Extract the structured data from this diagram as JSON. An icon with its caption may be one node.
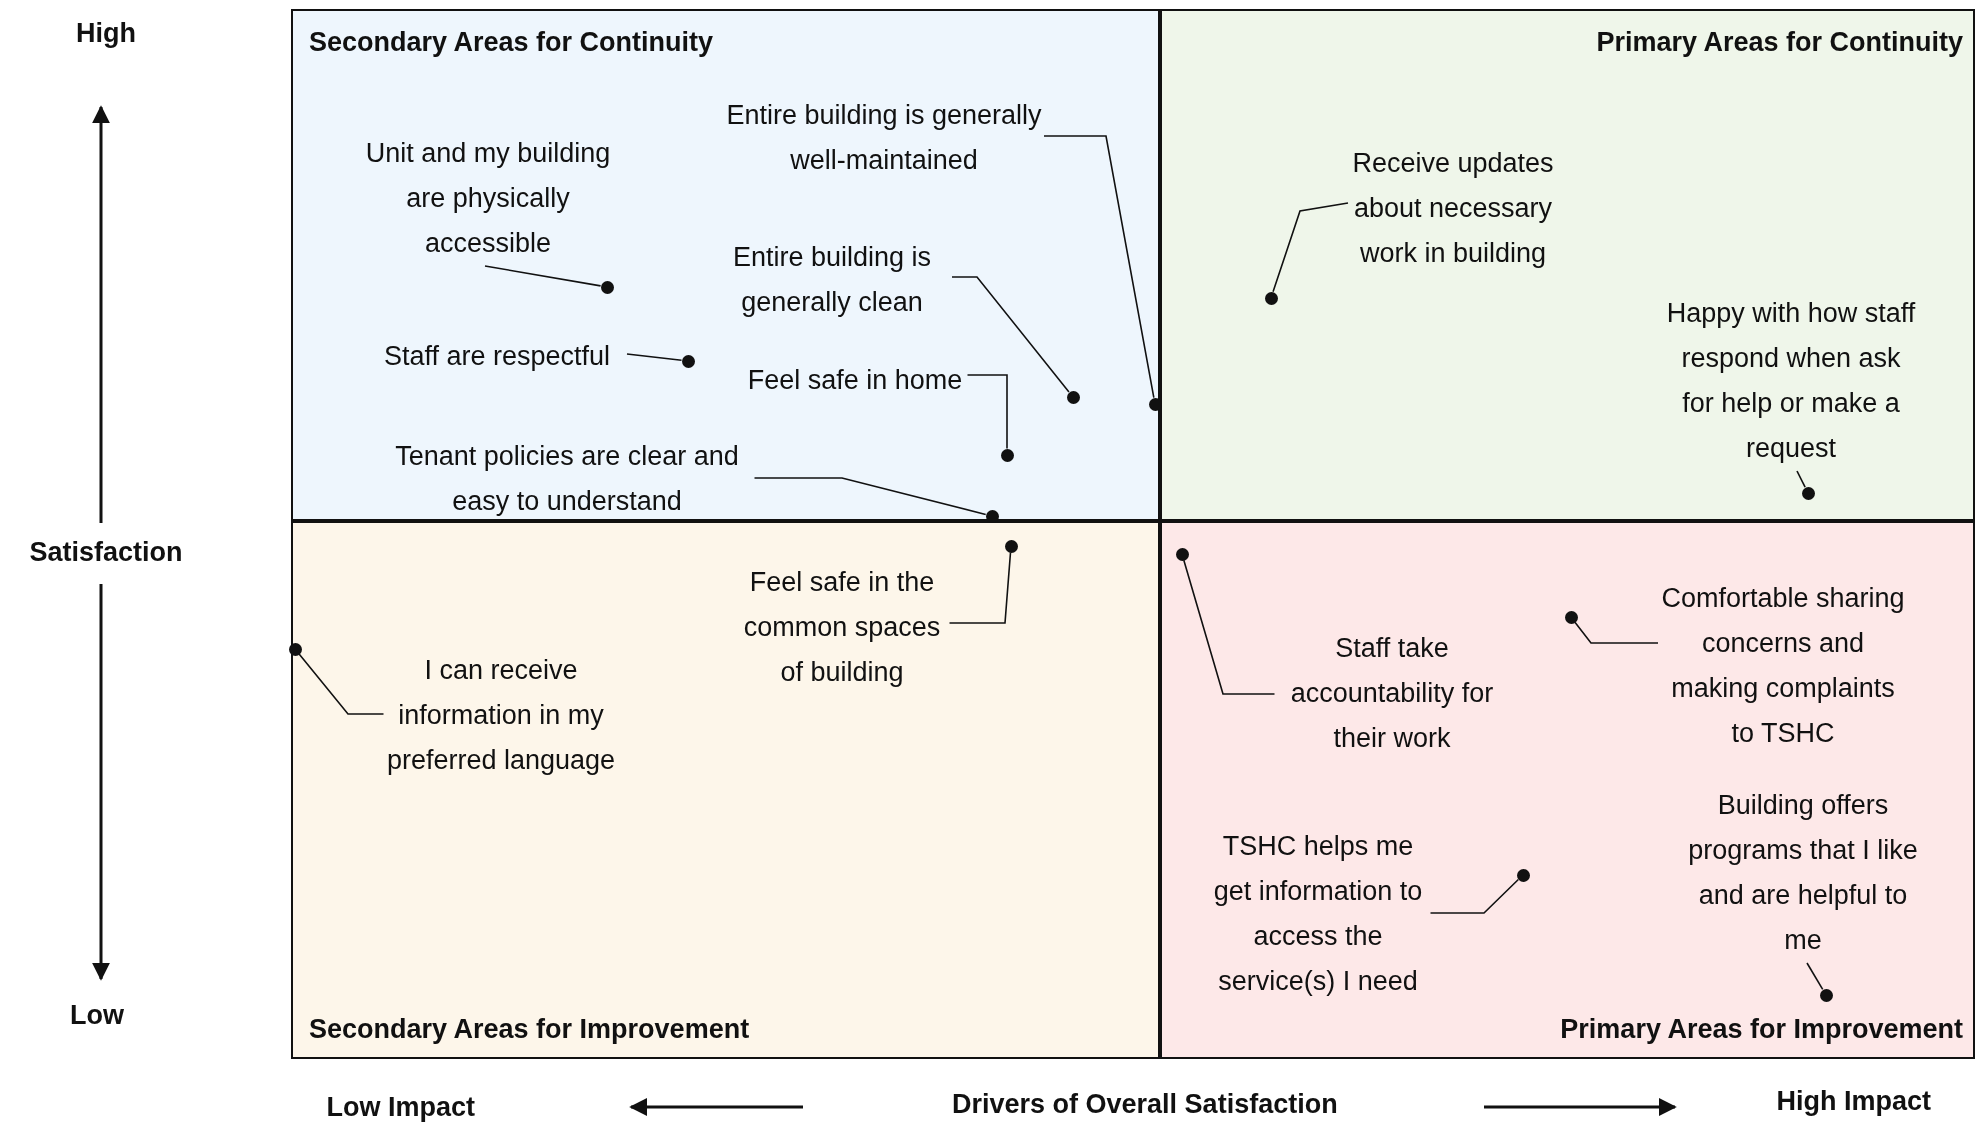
{
  "diagram": {
    "nodes": [
      {
        "text": [
          "Secondary Areas for Continuity"
        ]
      },
      {
        "text": [
          "Primary Areas for Continuity"
        ]
      },
      {
        "text": [
          "Secondary Areas for Improvement"
        ]
      },
      {
        "text": [
          "Primary Areas for Improvement"
        ]
      },
      {
        "text": [
          "Unit and my building are physically accessible"
        ],
        "in": 0
      },
      {
        "text": [],
        "shape": "circle",
        "in": 0
      },
      {
        "text": [
          "Entire building is generally well-maintained"
        ],
        "in": 0
      },
      {
        "text": [],
        "shape": "circle",
        "in": 0
      },
      {
        "text": [
          "Entire building is generally clean"
        ],
        "in": 0
      },
      {
        "text": [],
        "shape": "circle",
        "in": 0
      },
      {
        "text": [
          "Staff are respectful"
        ],
        "in": 0
      },
      {
        "text": [],
        "shape": "circle",
        "in": 0
      },
      {
        "text": [
          "Feel safe in home"
        ],
        "in": 0
      },
      {
        "text": [],
        "shape": "circle",
        "in": 0
      },
      {
        "text": [
          "Tenant policies are clear and easy to understand"
        ],
        "in": 0
      },
      {
        "text": [],
        "shape": "circle",
        "in": 0
      },
      {
        "text": [
          "Feel safe in the common spaces of building"
        ],
        "in": 2
      },
      {
        "text": [],
        "shape": "circle",
        "in": 2
      },
      {
        "text": [
          "I can receive information in my preferred language"
        ],
        "in": 2
      },
      {
        "text": [],
        "shape": "circle",
        "in": 2
      },
      {
        "text": [
          "Receive updates about necessary work in building"
        ],
        "in": 1
      },
      {
        "text": [],
        "shape": "circle",
        "in": 1
      },
      {
        "text": [
          "Happy with how staff respond when ask for help or make a request"
        ],
        "in": 1
      },
      {
        "text": [],
        "shape": "circle",
        "in": 1
      },
      {
        "text": [
          "Staff take accountability for their work"
        ],
        "in": 3
      },
      {
        "text": [],
        "shape": "circle",
        "in": 3
      },
      {
        "text": [
          "Comfortable sharing concerns and making complaints to TSHC"
        ],
        "in": 3
      },
      {
        "text": [],
        "shape": "circle",
        "in": 3
      },
      {
        "text": [
          "TSHC helps me get information to access the service(s) I need"
        ],
        "in": 3
      },
      {
        "text": [],
        "shape": "circle",
        "in": 3
      },
      {
        "text": [
          "Building offers programs that I like and are helpful to me"
        ],
        "in": 3
      },
      {
        "text": [],
        "shape": "circle",
        "in": 3
      }
    ],
    "edges": [
      {
        "from": 4,
        "to": 5,
        "arrow": "none"
      },
      {
        "from": 6,
        "to": 7,
        "arrow": "none"
      },
      {
        "from": 8,
        "to": 9,
        "arrow": "none"
      },
      {
        "from": 10,
        "to": 11,
        "arrow": "none"
      },
      {
        "from": 12,
        "to": 13,
        "arrow": "none"
      },
      {
        "from": 14,
        "to": 15,
        "arrow": "none"
      },
      {
        "from": 16,
        "to": 17,
        "arrow": "none"
      },
      {
        "from": 18,
        "to": 19,
        "arrow": "none"
      },
      {
        "from": 20,
        "to": 21,
        "arrow": "none"
      },
      {
        "from": 22,
        "to": 23,
        "arrow": "none"
      },
      {
        "from": 24,
        "to": 25,
        "arrow": "none"
      },
      {
        "from": 26,
        "to": 27,
        "arrow": "none"
      },
      {
        "from": 28,
        "to": 29,
        "arrow": "none"
      },
      {
        "from": 30,
        "to": 31,
        "arrow": "none"
      }
    ],
    "labels": [
      "High",
      "Satisfaction",
      "Low",
      "Low Impact",
      "Drivers of Overall Satisfaction",
      "High Impact"
    ]
  }
}
